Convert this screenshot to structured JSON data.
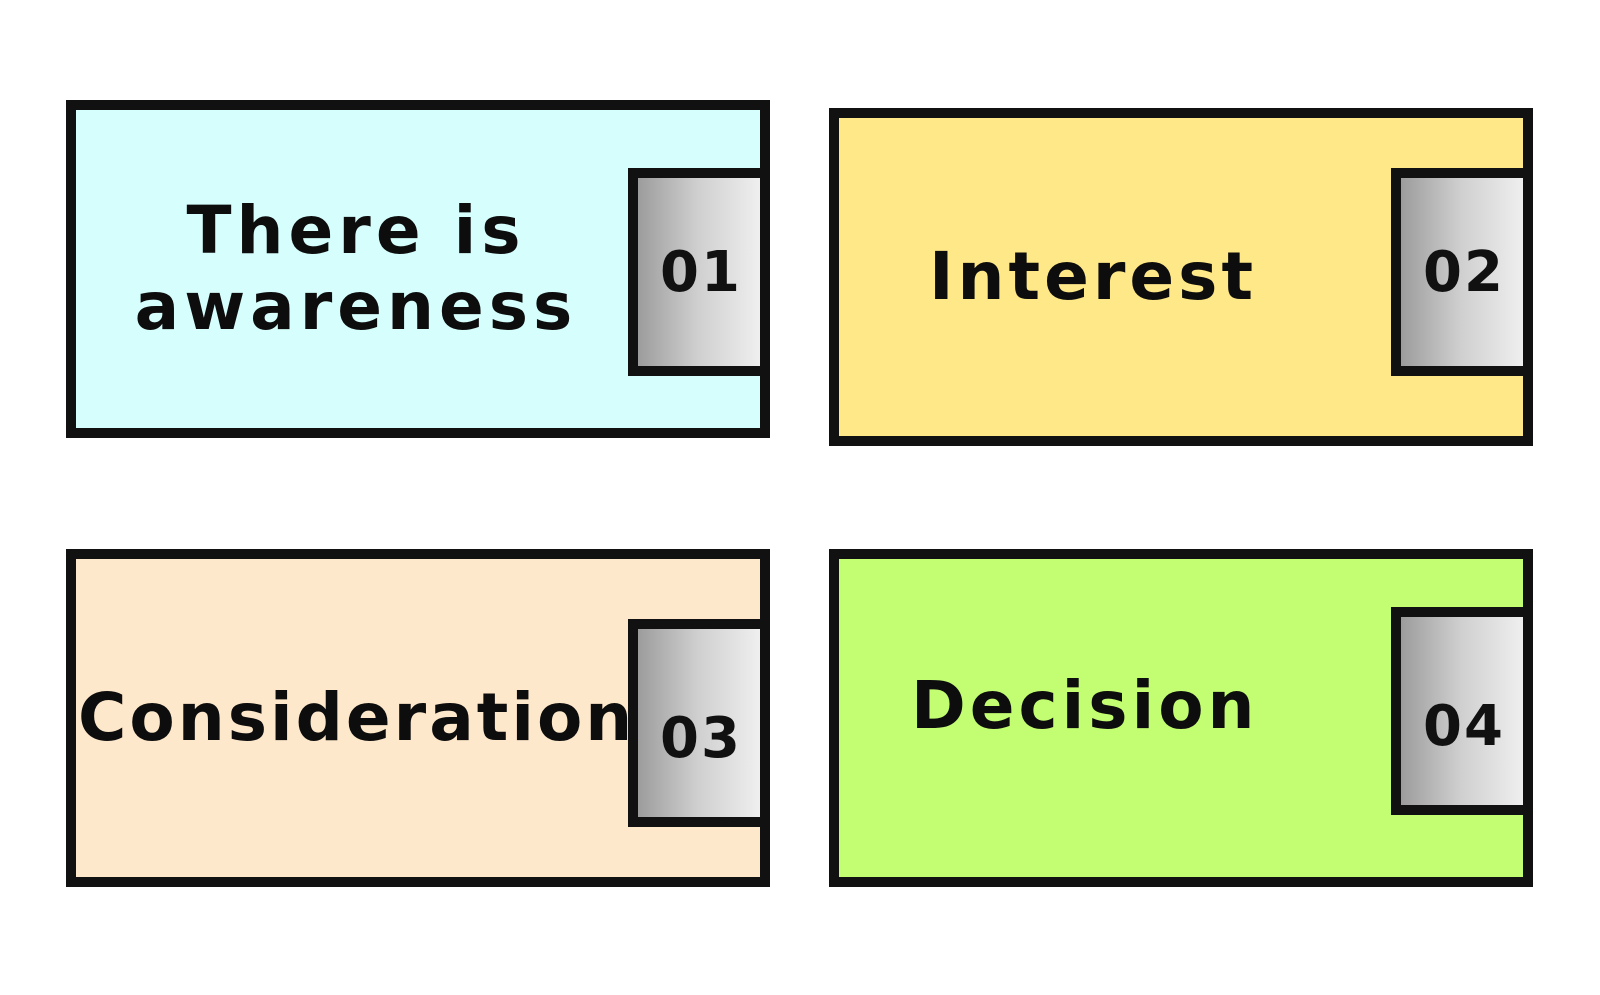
{
  "cards": [
    {
      "label": "There is\nawareness",
      "number": "01",
      "color": "#d5fefd"
    },
    {
      "label": "Interest",
      "number": "02",
      "color": "#fee888"
    },
    {
      "label": "Consideration",
      "number": "03",
      "color": "#fee8cb"
    },
    {
      "label": "Decision",
      "number": "04",
      "color": "#c2fd72"
    }
  ],
  "tab_gradient": [
    "#9c9c9c",
    "#f4f4f4"
  ],
  "border_color": "#111111"
}
